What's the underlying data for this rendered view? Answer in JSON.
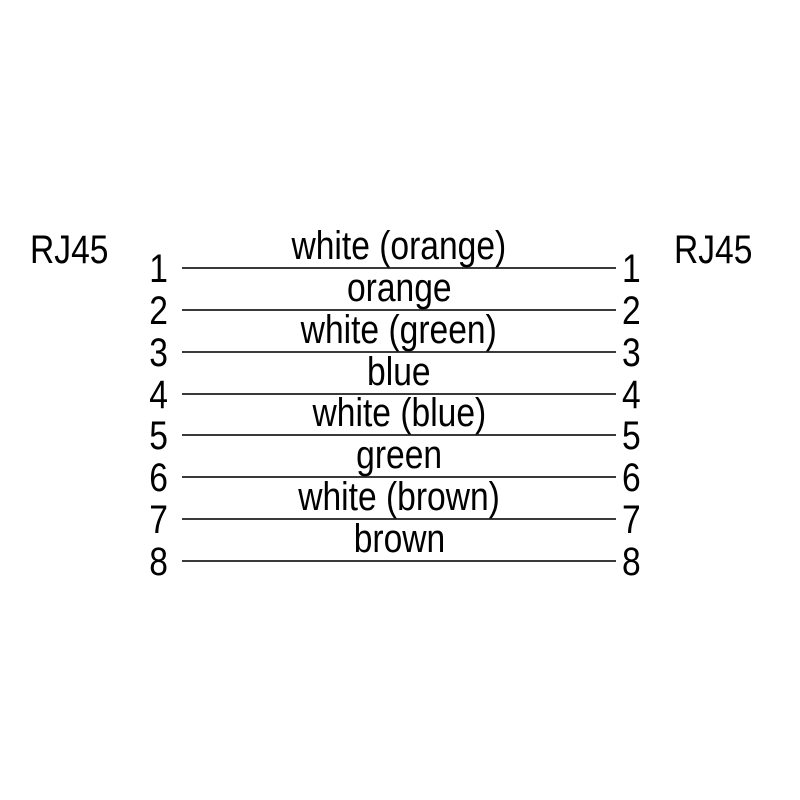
{
  "diagram": {
    "left_connector": "RJ45",
    "right_connector": "RJ45",
    "wires": [
      {
        "pin_left": "1",
        "pin_right": "1",
        "label": "white (orange)"
      },
      {
        "pin_left": "2",
        "pin_right": "2",
        "label": "orange"
      },
      {
        "pin_left": "3",
        "pin_right": "3",
        "label": "white (green)"
      },
      {
        "pin_left": "4",
        "pin_right": "4",
        "label": "blue"
      },
      {
        "pin_left": "5",
        "pin_right": "5",
        "label": "white (blue)"
      },
      {
        "pin_left": "6",
        "pin_right": "6",
        "label": "green"
      },
      {
        "pin_left": "7",
        "pin_right": "7",
        "label": "white (brown)"
      },
      {
        "pin_left": "8",
        "pin_right": "8",
        "label": "brown"
      }
    ],
    "colors": {
      "background": "#ffffff",
      "text": "#000000",
      "line": "#3a3a3a"
    }
  }
}
